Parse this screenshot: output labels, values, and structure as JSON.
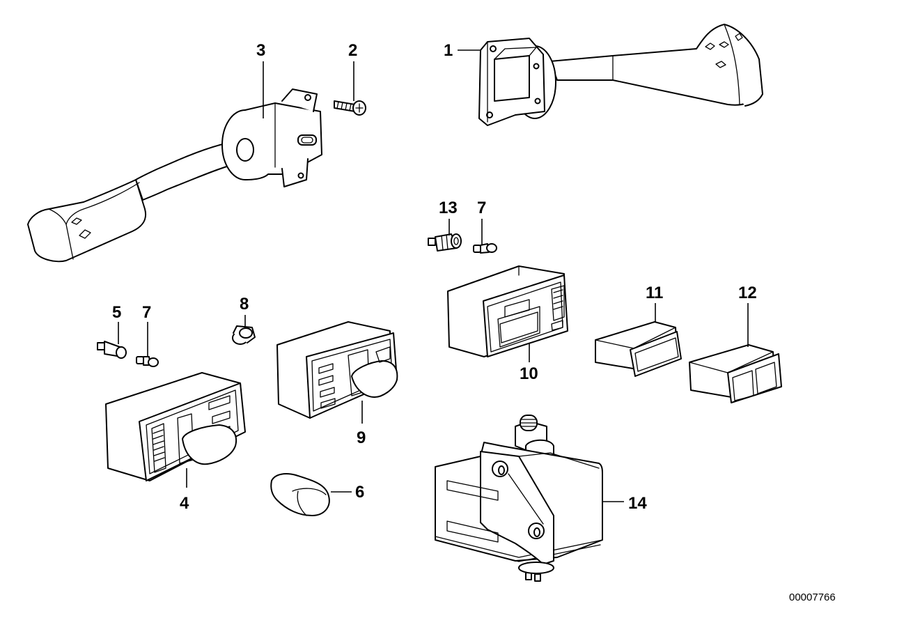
{
  "diagram": {
    "type": "exploded-parts-diagram",
    "subject": "Steering column and dashboard switches",
    "drawing_number": "00007766",
    "parts": [
      {
        "callout": "1",
        "name": "Wiper switch lever"
      },
      {
        "callout": "2",
        "name": "Screw"
      },
      {
        "callout": "3",
        "name": "Turn signal switch lever"
      },
      {
        "callout": "4",
        "name": "Switch with knob"
      },
      {
        "callout": "5",
        "name": "Bulb socket"
      },
      {
        "callout": "7",
        "name": "Bulb"
      },
      {
        "callout": "8",
        "name": "Knob / nut"
      },
      {
        "callout": "9",
        "name": "Switch with knob"
      },
      {
        "callout": "6",
        "name": "Knob"
      },
      {
        "callout": "13",
        "name": "Bulb socket"
      },
      {
        "callout": "7",
        "name": "Bulb"
      },
      {
        "callout": "10",
        "name": "Control switch with display"
      },
      {
        "callout": "11",
        "name": "Blank cover"
      },
      {
        "callout": "12",
        "name": "Double push-button switch"
      },
      {
        "callout": "14",
        "name": "Switch unit"
      }
    ]
  },
  "colors": {
    "line": "#000000",
    "background": "#ffffff"
  }
}
